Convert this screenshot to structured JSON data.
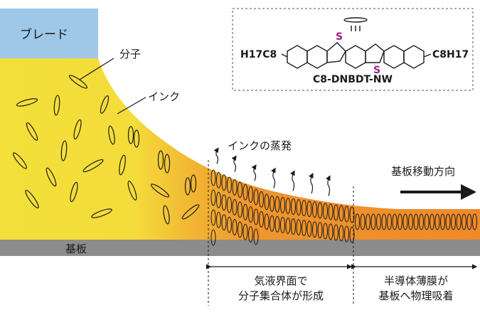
{
  "labels": {
    "blade": "ブレード",
    "molecule": "分子",
    "ink": "インク",
    "evaporation": "インクの蒸発",
    "substrate": "基板",
    "direction": "基板移動方向",
    "zone1_line1": "気液界面で",
    "zone1_line2": "分子集合体が形成",
    "zone2_line1": "半導体薄膜が",
    "zone2_line2": "基板へ物理吸着"
  },
  "molecule": {
    "name": "C8-DNBDT-NW",
    "left_chain": "H17C8",
    "right_chain": "C8H17",
    "heteroatom": "S"
  },
  "colors": {
    "blade": "#9fc8e8",
    "ink_yellow": "#f3e03a",
    "ink_orange": "#ee8a2a",
    "substrate": "#8c8c8c",
    "sulfur": "#a0208a"
  }
}
